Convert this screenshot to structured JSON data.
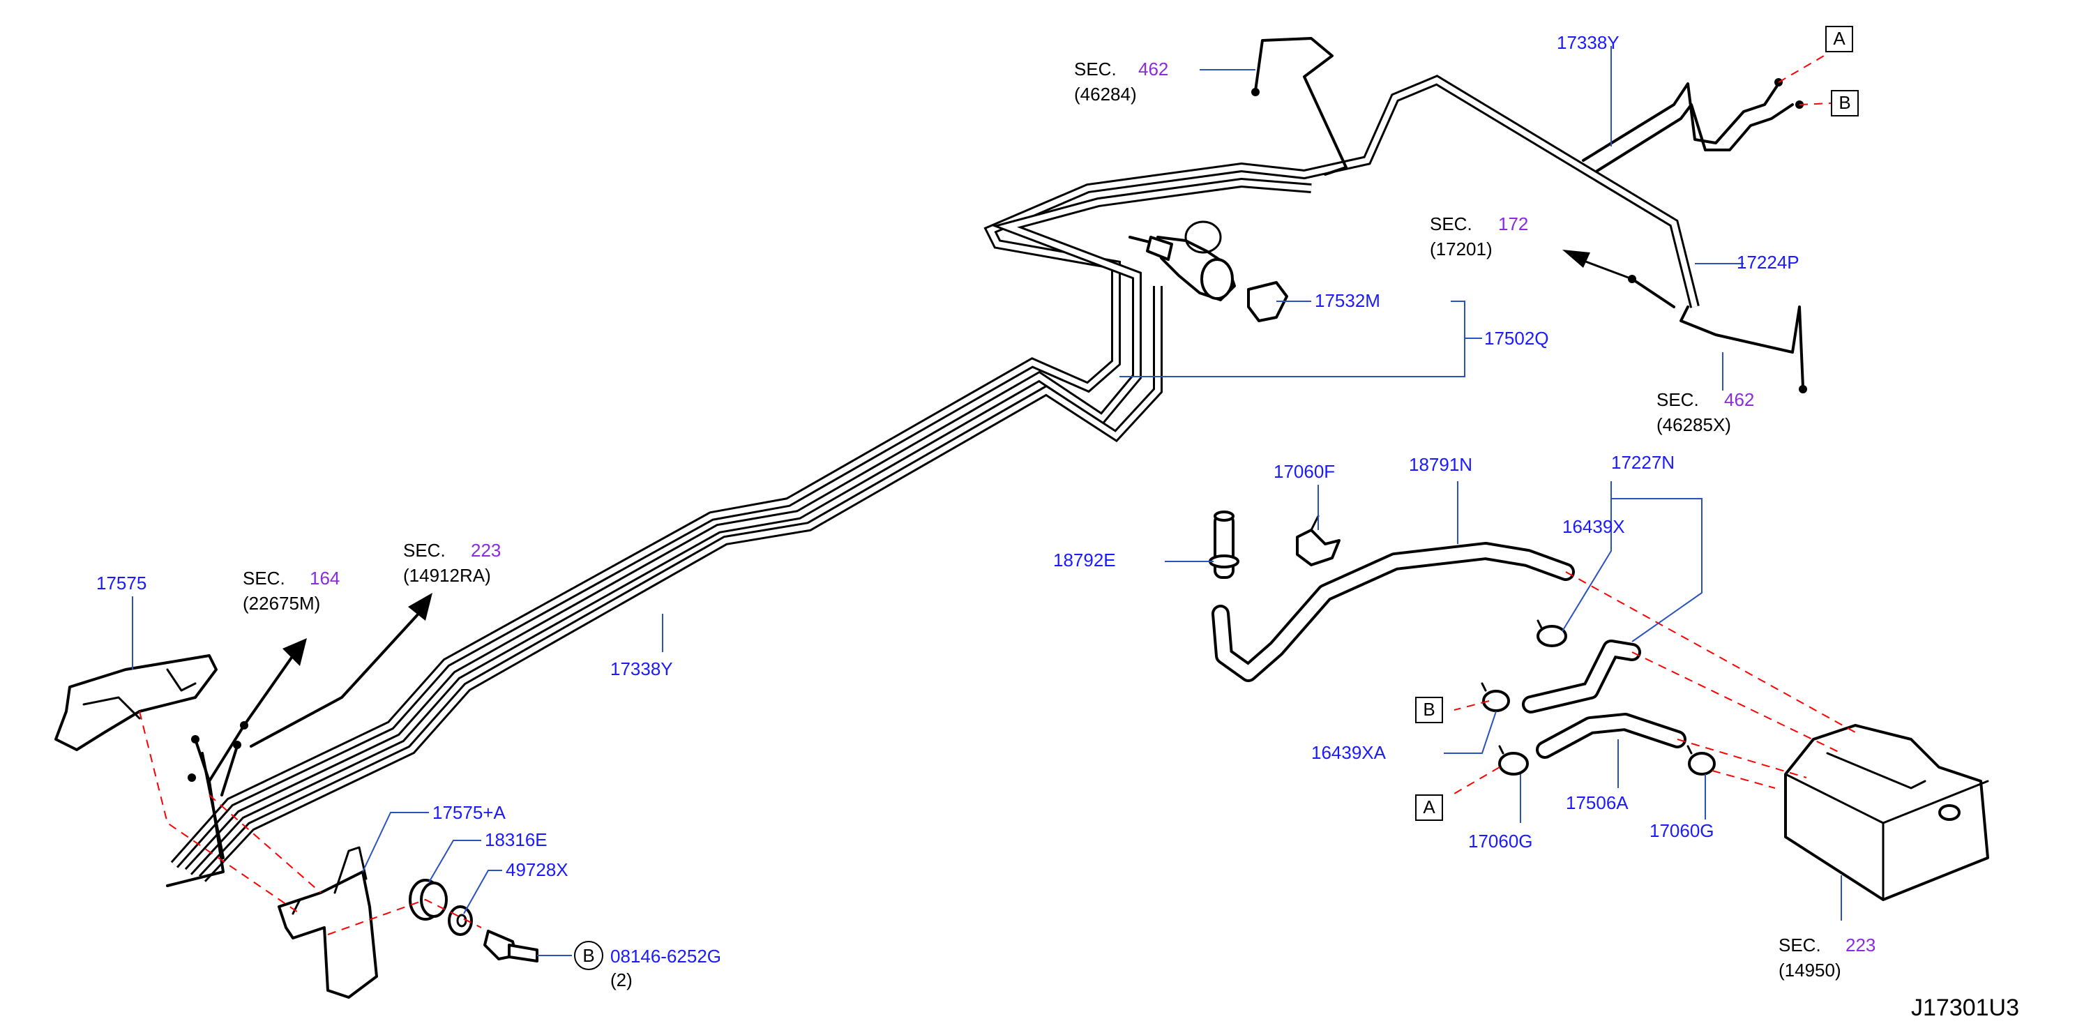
{
  "diagram_code": "J17301U3",
  "sections": [
    {
      "key": "sec462_a",
      "prefix": "SEC.",
      "num": "462",
      "ref": "(46284)"
    },
    {
      "key": "sec172",
      "prefix": "SEC.",
      "num": "172",
      "ref": "(17201)"
    },
    {
      "key": "sec462_b",
      "prefix": "SEC.",
      "num": "462",
      "ref": "(46285X)"
    },
    {
      "key": "sec164",
      "prefix": "SEC.",
      "num": "164",
      "ref": "(22675M)"
    },
    {
      "key": "sec223_a",
      "prefix": "SEC.",
      "num": "223",
      "ref": "(14912RA)"
    },
    {
      "key": "sec223_b",
      "prefix": "SEC.",
      "num": "223",
      "ref": "(14950)"
    }
  ],
  "parts": {
    "p17338Y_top": "17338Y",
    "p17224P": "17224P",
    "p17532M": "17532M",
    "p17502Q": "17502Q",
    "p17575": "17575",
    "p17338Y_mid": "17338Y",
    "p17060F": "17060F",
    "p18791N": "18791N",
    "p17227N": "17227N",
    "p16439X": "16439X",
    "p18792E": "18792E",
    "p16439XA": "16439XA",
    "p17506A": "17506A",
    "p17060G_a": "17060G",
    "p17060G_b": "17060G",
    "p17575A": "17575+A",
    "p18316E": "18316E",
    "p49728X": "49728X",
    "p08146": "08146-6252G",
    "p08146_qty": "(2)"
  },
  "ref_markers": {
    "a_top": "A",
    "b_top": "B",
    "b_mid": "B",
    "a_bot": "A",
    "b_bolt": "B"
  },
  "colors": {
    "part_number": "#1a1aff",
    "section_number": "#8a2be2",
    "leader_line": "#2a52be",
    "connection_dash": "#ff0000"
  }
}
